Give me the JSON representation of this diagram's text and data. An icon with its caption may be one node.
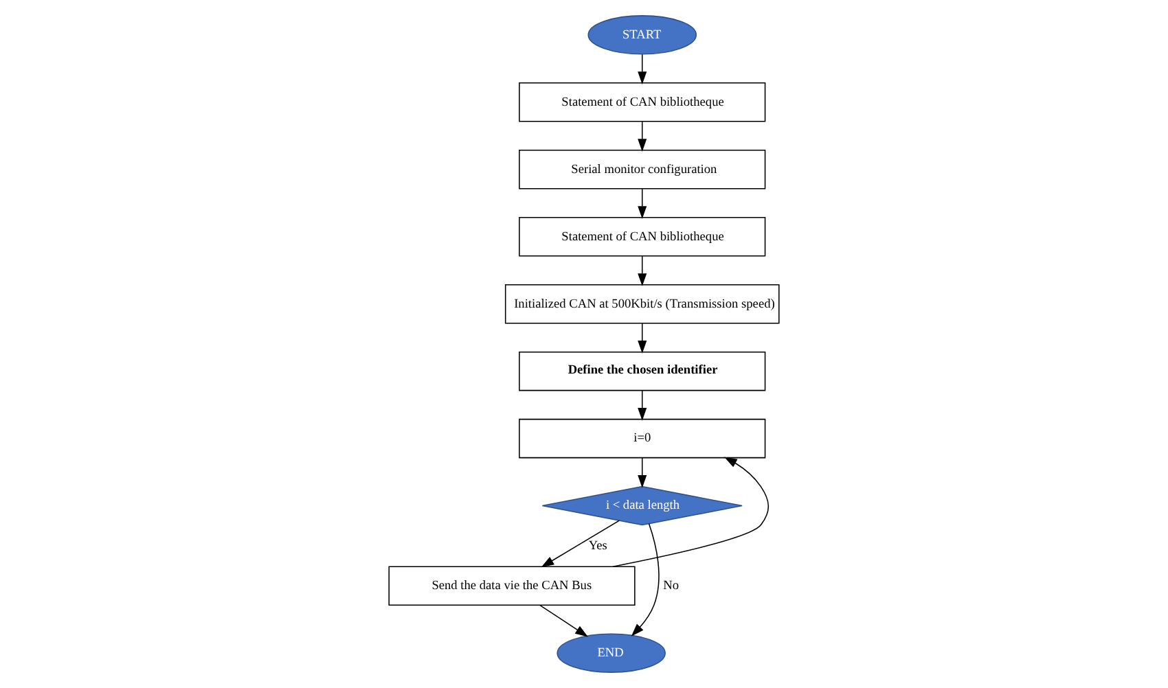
{
  "diagram": {
    "nodes": [
      {
        "text": [
          "START"
        ]
      },
      {
        "text": [
          "Statement of CAN bibliotheque"
        ]
      },
      {
        "text": [
          "Serial monitor configuration"
        ]
      },
      {
        "text": [
          "Statement of CAN bibliotheque"
        ]
      },
      {
        "text": [
          "Initialized CAN at 500Kbit/s (Transmission speed)"
        ]
      },
      {
        "text": [
          "Define the chosen identifier"
        ]
      },
      {
        "text": [
          "i=0"
        ]
      },
      {
        "text": [
          "i < data length"
        ]
      },
      {
        "text": [
          "Send the data vie the CAN Bus"
        ]
      },
      {
        "text": [
          "END"
        ]
      }
    ],
    "edges": [
      {
        "from": 0,
        "to": 1,
        "arrow": "to"
      },
      {
        "from": 1,
        "to": 2,
        "arrow": "to"
      },
      {
        "from": 2,
        "to": 3,
        "arrow": "to"
      },
      {
        "from": 3,
        "to": 4,
        "arrow": "to"
      },
      {
        "from": 4,
        "to": 5,
        "arrow": "to"
      },
      {
        "from": 5,
        "to": 6,
        "arrow": "to"
      },
      {
        "from": 6,
        "to": 7,
        "arrow": "to"
      },
      {
        "from": 7,
        "to": 8,
        "arrow": "to",
        "label": "Yes"
      },
      {
        "from": 7,
        "to": 9,
        "arrow": "to",
        "label": "No"
      },
      {
        "from": 8,
        "to": 9,
        "arrow": "to"
      },
      {
        "from": 8,
        "to": 6,
        "arrow": "to"
      }
    ]
  }
}
